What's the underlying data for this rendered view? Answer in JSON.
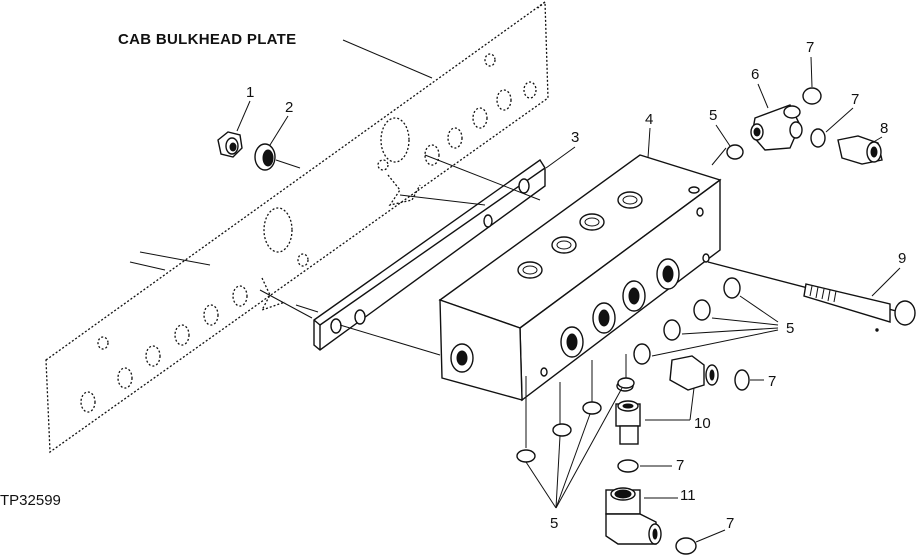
{
  "labels": {
    "title": "CAB BULKHEAD PLATE",
    "ref_code": "TP32599",
    "p1": "1",
    "p2": "2",
    "p3": "3",
    "p4": "4",
    "p5a": "5",
    "p5b": "5",
    "p5c": "5",
    "p6": "6",
    "p7a": "7",
    "p7b": "7",
    "p7c": "7",
    "p7d": "7",
    "p7e": "7",
    "p8": "8",
    "p9": "9",
    "p10": "10",
    "p11": "11"
  }
}
